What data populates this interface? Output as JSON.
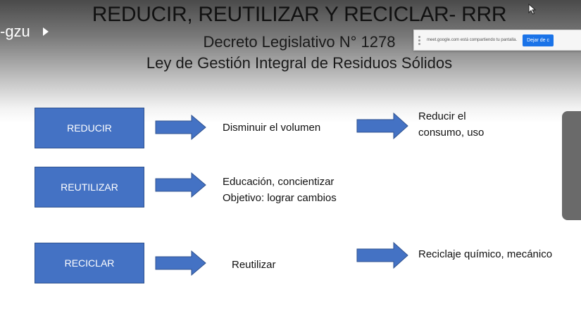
{
  "meet": {
    "meeting_code": "-gzu",
    "share_message": "meet.google.com está compartiendo tu pantalla.",
    "stop_share_button": "Dejar de c"
  },
  "slide": {
    "title": "REDUCIR, REUTILIZAR Y RECICLAR- RRR",
    "subtitle_line1": "Decreto Legislativo N° 1278",
    "subtitle_line2": "Ley de Gestión Integral de Residuos Sólidos",
    "rows": [
      {
        "box": "REDUCIR",
        "middle": "Disminuir el volumen",
        "right_line1": "Reducir el",
        "right_line2": "consumo, uso"
      },
      {
        "box": "REUTILIZAR",
        "middle_line1": "Educación, concientizar",
        "middle_bold": "Objetivo",
        "middle_rest": ": lograr cambios"
      },
      {
        "box": "RECICLAR",
        "middle": "Reutilizar",
        "right": "Reciclaje químico, mecánico"
      }
    ]
  },
  "colors": {
    "box_fill": "#4472c4",
    "box_border": "#2f528f",
    "share_button": "#1a73e8"
  },
  "icons": [
    "mouse-cursor-icon",
    "chevron-right-icon",
    "drag-handle-icon"
  ]
}
